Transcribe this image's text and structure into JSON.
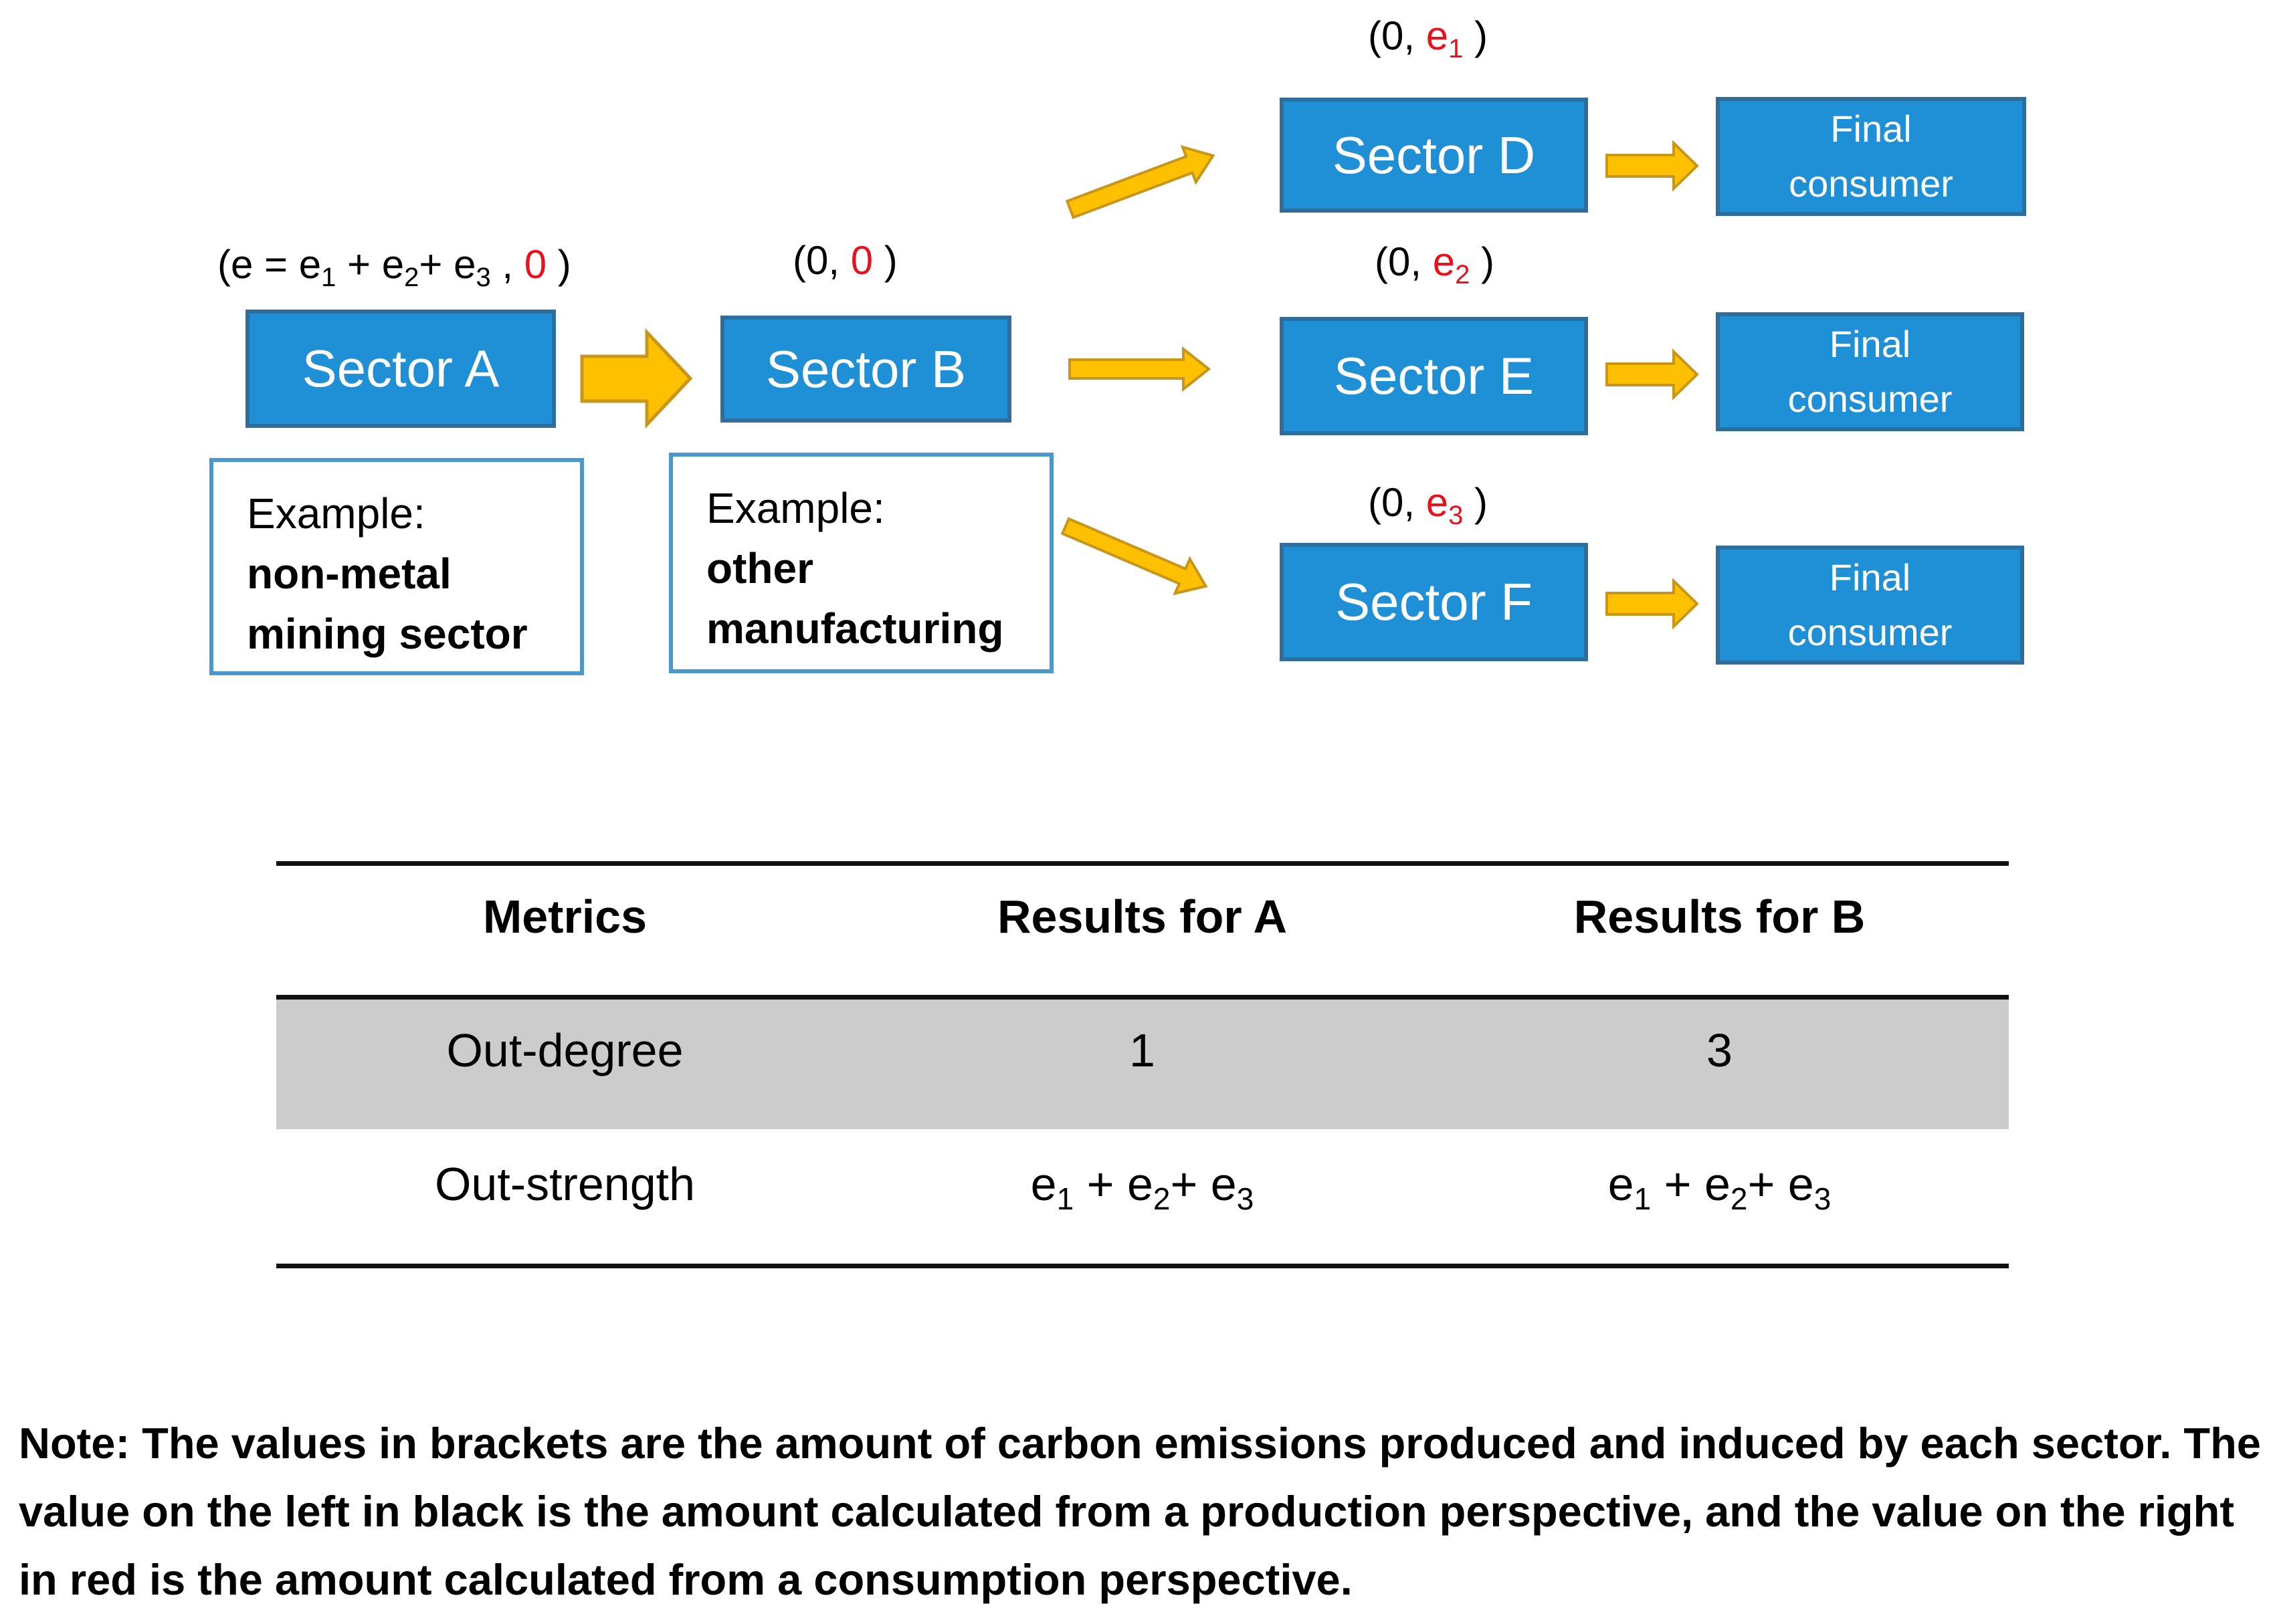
{
  "diagram": {
    "sectors": {
      "A": {
        "label": "Sector A",
        "value_label": {
          "production": "e = e",
          "sub1": "1",
          "plus1": " + e",
          "sub2": "2",
          "plus2": "+ e",
          "sub3": "3",
          "sep": " , ",
          "consumption": "0"
        }
      },
      "B": {
        "label": "Sector B",
        "value_label": {
          "open": "(0, ",
          "consumption": "0",
          "close": " )"
        }
      },
      "D": {
        "label": "Sector D",
        "value_label": {
          "open": "(0, ",
          "consumption": "e",
          "sub": "1",
          "close": " )"
        }
      },
      "E": {
        "label": "Sector E",
        "value_label": {
          "open": "(0, ",
          "consumption": "e",
          "sub": "2",
          "close": " )"
        }
      },
      "F": {
        "label": "Sector F",
        "value_label": {
          "open": "(0, ",
          "consumption": "e",
          "sub": "3",
          "close": " )"
        }
      }
    },
    "final_consumers": [
      {
        "line1": "Final",
        "line2": "consumer"
      },
      {
        "line1": "Final",
        "line2": "consumer"
      },
      {
        "line1": "Final",
        "line2": "consumer"
      }
    ],
    "examples": {
      "A": {
        "heading": "Example:",
        "line1": "non-metal",
        "line2": "mining sector"
      },
      "B": {
        "heading": "Example:",
        "line1": "other",
        "line2": "manufacturing"
      }
    },
    "colors": {
      "box_fill": "#1F8FD6",
      "box_border": "#2D6E9C",
      "arrow_fill": "#FFC000",
      "arrow_stroke": "#C8961A",
      "consumption_text": "#E8121E"
    },
    "edges": [
      {
        "from": "A",
        "to": "B"
      },
      {
        "from": "B",
        "to": "D"
      },
      {
        "from": "B",
        "to": "E"
      },
      {
        "from": "B",
        "to": "F"
      },
      {
        "from": "D",
        "to": "Final consumer"
      },
      {
        "from": "E",
        "to": "Final consumer"
      },
      {
        "from": "F",
        "to": "Final consumer"
      }
    ]
  },
  "table": {
    "headers": [
      "Metrics",
      "Results for A",
      "Results for B"
    ],
    "rows": [
      {
        "metric": "Out-degree",
        "a": "1",
        "b": "3"
      },
      {
        "metric": "Out-strength",
        "a": {
          "t1": "e",
          "s1": "1",
          "t2": " + e",
          "s2": "2",
          "t3": "+ e",
          "s3": "3"
        },
        "b": {
          "t1": "e",
          "s1": "1",
          "t2": " + e",
          "s2": "2",
          "t3": "+ e",
          "s3": "3"
        }
      }
    ]
  },
  "note": "Note: The values in brackets are the amount of carbon emissions produced and induced by each sector. The value on the left in black is the amount calculated from a production perspective, and the value on the right in red is the amount calculated from a consumption perspective."
}
